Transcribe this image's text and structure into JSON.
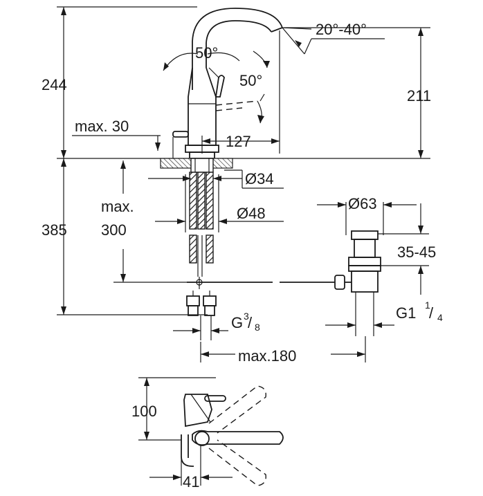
{
  "dimensions": {
    "height_total": "244",
    "height_spout": "211",
    "spout_angle": "20°-40°",
    "spout_rotation": "50°",
    "lever_rotation": "50°",
    "max_30": "max. 30",
    "reach": "127",
    "hole_diameter": "Ø34",
    "hose_diameter": "Ø48",
    "below_counter": "385",
    "max_300_a": "max.",
    "max_300_b": "300",
    "waste_diameter": "Ø63",
    "waste_height": "35-45",
    "thread_g": "G",
    "thread_g_num": "3",
    "thread_g_den": "8",
    "waste_thread": "G1",
    "waste_thread_num": "1",
    "waste_thread_den": "4",
    "max_180": "max.180",
    "top_height": "100",
    "top_offset": "41"
  }
}
